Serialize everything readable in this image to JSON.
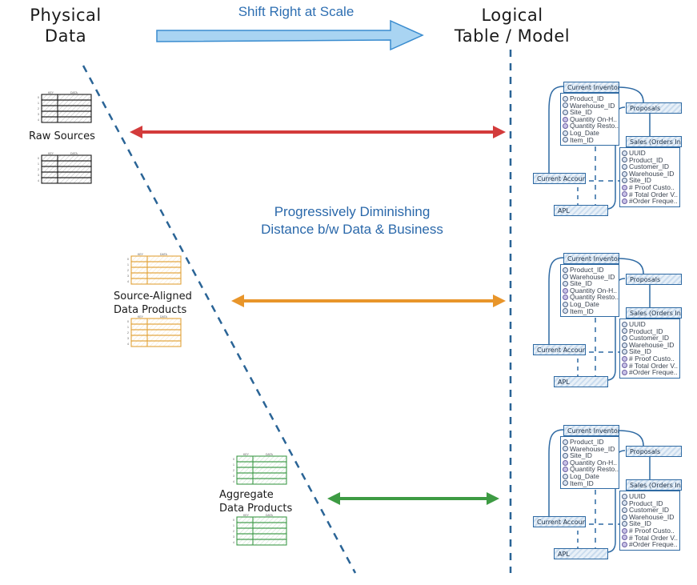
{
  "headers": {
    "physical": [
      "Physical",
      "Data"
    ],
    "logical": [
      "Logical",
      "Table / Model"
    ],
    "shift": "Shift Right at Scale"
  },
  "center_note": [
    "Progressively Diminishing",
    "Distance b/w Data & Business"
  ],
  "colors": {
    "blue_line": "#2a6496",
    "shift_arrow_fill": "#a9d4f2",
    "shift_arrow_stroke": "#3a8ccf",
    "raw": "#1a1a1a",
    "source_aligned": "#e2a33a",
    "aggregate": "#3f9a4a",
    "red_arrow": "#d33b3b",
    "orange_arrow": "#e8952a",
    "green_arrow": "#3d9b43"
  },
  "groups": [
    {
      "label": [
        "Raw Sources"
      ],
      "table_header": [
        "KEY",
        "DATA"
      ],
      "row_keys": [
        "0",
        "1",
        "2",
        "3",
        "4"
      ]
    },
    {
      "label": [
        "Source-Aligned",
        "Data Products"
      ],
      "table_header": [
        "KEY",
        "DATA"
      ],
      "row_keys": [
        "0",
        "1",
        "2",
        "3",
        "4"
      ]
    },
    {
      "label": [
        "Aggregate",
        "Data Products"
      ],
      "table_header": [
        "KEY",
        "DATA"
      ],
      "row_keys": [
        "0",
        "1",
        "2",
        "3",
        "4"
      ]
    }
  ],
  "er_model": {
    "current_inventory": {
      "title": "Current Inventory",
      "fields": [
        {
          "name": "Product_ID",
          "kind": "key"
        },
        {
          "name": "Warehouse_ID",
          "kind": "key"
        },
        {
          "name": "Site_ID",
          "kind": "key"
        },
        {
          "name": "Quantity On-H..",
          "kind": "measure"
        },
        {
          "name": "Quantity Resto..",
          "kind": "measure"
        },
        {
          "name": "Log_Date",
          "kind": "key"
        },
        {
          "name": "Item_ID",
          "kind": "key"
        }
      ]
    },
    "proposals": {
      "title": "Proposals"
    },
    "sales_orders": {
      "title": "Sales (Orders Inv..",
      "fields": [
        {
          "name": "UUID",
          "kind": "key"
        },
        {
          "name": "Product_ID",
          "kind": "key"
        },
        {
          "name": "Customer_ID",
          "kind": "key"
        },
        {
          "name": "Warehouse_ID",
          "kind": "key"
        },
        {
          "name": "Site_ID",
          "kind": "key"
        },
        {
          "name": "# Proof Custo..",
          "kind": "measure"
        },
        {
          "name": "# Total Order V..",
          "kind": "measure"
        },
        {
          "name": "#Order Freque..",
          "kind": "measure"
        }
      ]
    },
    "current_account": {
      "title": "Current Account.."
    },
    "apl": {
      "title": "APL"
    }
  }
}
